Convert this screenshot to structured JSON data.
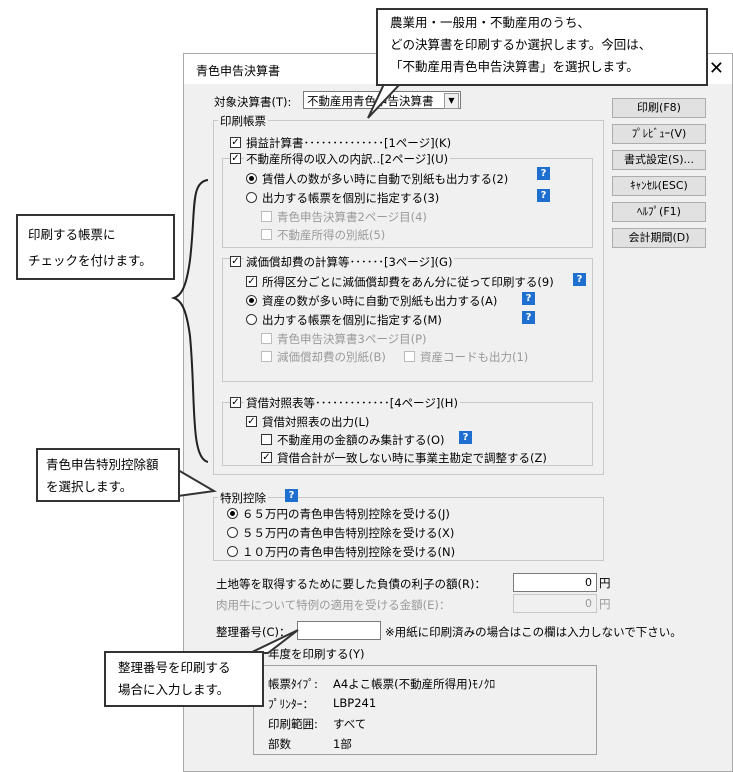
{
  "window": {
    "title": "青色申告決算書",
    "close": "✕",
    "target_label": "対象決算書(T):",
    "target_value": "不動産用青色申告決算書"
  },
  "buttons": {
    "print": "印刷(F8)",
    "preview": "ﾌﾟﾚﾋﾞｭｰ(V)",
    "format": "書式設定(S)...",
    "cancel": "ｷｬﾝｾﾙ(ESC)",
    "help": "ﾍﾙﾌﾟ(F1)",
    "period": "会計期間(D)"
  },
  "print_forms": {
    "group_label": "印刷帳票",
    "pl": "損益計算書･･････････････[1ページ](K)",
    "income": {
      "label": "不動産所得の収入の内訳‥[2ページ](U)",
      "opt1": "賃借人の数が多い時に自動で別紙も出力する(2)",
      "opt2": "出力する帳票を個別に指定する(3)",
      "sub1": "青色申告決算書2ページ目(4)",
      "sub2": "不動産所得の別紙(5)"
    },
    "depr": {
      "label": "減価償却費の計算等･･････[3ページ](G)",
      "apportion": "所得区分ごとに減価償却費をあん分に従って印刷する(9)",
      "opt1": "資産の数が多い時に自動で別紙も出力する(A)",
      "opt2": "出力する帳票を個別に指定する(M)",
      "sub1": "青色申告決算書3ページ目(P)",
      "sub2": "減価償却費の別紙(B)",
      "sub3": "資産コードも出力(1)"
    },
    "bs": {
      "label": "貸借対照表等･････････････[4ページ](H)",
      "output": "貸借対照表の出力(L)",
      "opt1": "不動産用の金額のみ集計する(O)",
      "opt2": "貸借合計が一致しない時に事業主勘定で調整する(Z)"
    }
  },
  "deduction": {
    "label": "特別控除",
    "opt65": "６５万円の青色申告特別控除を受ける(J)",
    "opt55": "５５万円の青色申告特別控除を受ける(X)",
    "opt10": "１０万円の青色申告特別控除を受ける(N)"
  },
  "amounts": {
    "interest_label": "土地等を取得するために要した負債の利子の額(R)：",
    "interest_value": "0",
    "beef_label": "肉用牛について特例の適用を受ける金額(E)：",
    "beef_value": "0",
    "unit": "円"
  },
  "serial": {
    "label": "整理番号(C)：",
    "note": "※用紙に印刷済みの場合はこの欄は入力しないで下さい。"
  },
  "year_print": {
    "label": "年度を印刷する(Y)"
  },
  "info": {
    "type_label": "帳票ﾀｲﾌﾟ:",
    "type_value": "A4よこ帳票(不動産所得用)ﾓﾉｸﾛ",
    "printer_label": "ﾌﾟﾘﾝﾀｰ：",
    "printer_value": "LBP241",
    "range_label": "印刷範囲:",
    "range_value": "すべて",
    "copies_label": "部数",
    "copies_value": "1部"
  },
  "callouts": {
    "top_line1": "農業用・一般用・不動産用のうち、",
    "top_line2": "どの決算書を印刷するか選択します。今回は、",
    "top_line3": "「不動産用青色申告決算書」を選択します。",
    "left_line1": "印刷する帳票に",
    "left_line2": "チェックを付けます。",
    "ded_line1": "青色申告特別控除額",
    "ded_line2": "を選択します。",
    "serial_line1": "整理番号を印刷する",
    "serial_line2": "場合に入力します。"
  },
  "colors": {
    "help_badge": "#1f6fd1",
    "disabled_text": "#9a9a9a"
  }
}
